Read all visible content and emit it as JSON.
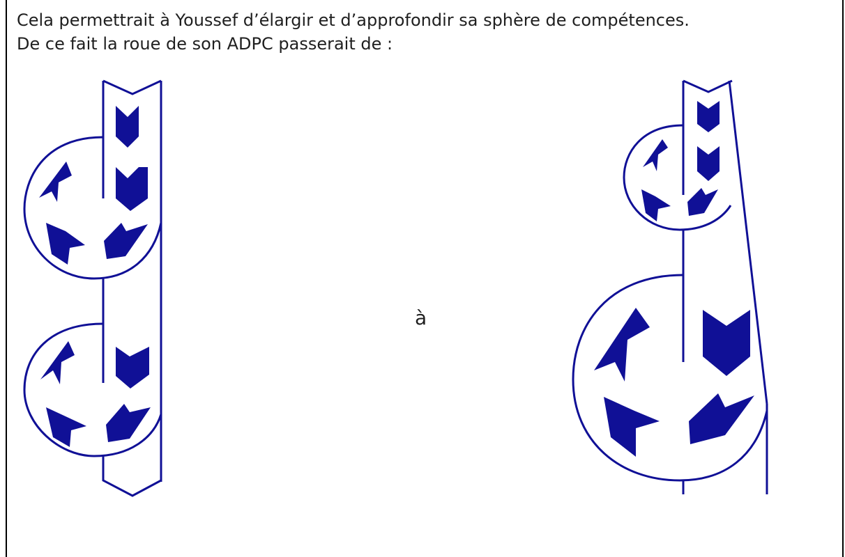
{
  "text": {
    "line1": "Cela permettrait à Youssef d’élargir et d’approfondir sa sphère de compétences.",
    "line2": "De ce fait la roue de son ADPC passerait de :",
    "between": "à"
  },
  "colors": {
    "diagram": "#101096",
    "text": "#1f1f1f",
    "border": "#000000"
  }
}
